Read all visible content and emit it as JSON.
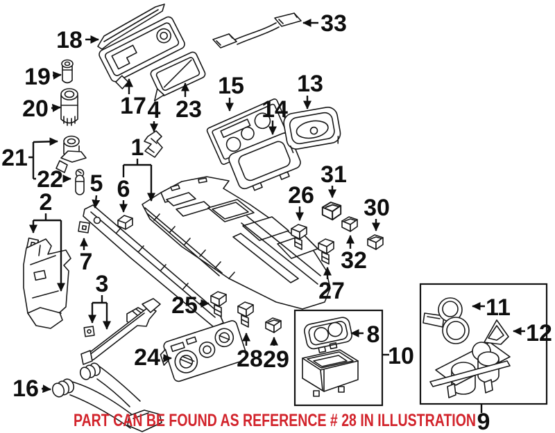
{
  "diagram": {
    "caption": {
      "text": "PART CAN BE FOUND AS REFERENCE # 28 IN ILLUSTRATION",
      "color": "#D2232B"
    },
    "colors": {
      "line": "#161616",
      "background": "#FFFFFF",
      "caption_red": "#D2232B"
    },
    "labels": {
      "1": "1",
      "2": "2",
      "3": "3",
      "4": "4",
      "5": "5",
      "6": "6",
      "7": "7",
      "8": "8",
      "9": "9",
      "10": "10",
      "11": "11",
      "12": "12",
      "13": "13",
      "14": "14",
      "15": "15",
      "16": "16",
      "17": "17",
      "18": "18",
      "19": "19",
      "20": "20",
      "21": "21",
      "22": "22",
      "23": "23",
      "24": "24",
      "25": "25",
      "26": "26",
      "27": "27",
      "28": "28",
      "29": "29",
      "30": "30",
      "31": "31",
      "32": "32",
      "33": "33"
    }
  }
}
